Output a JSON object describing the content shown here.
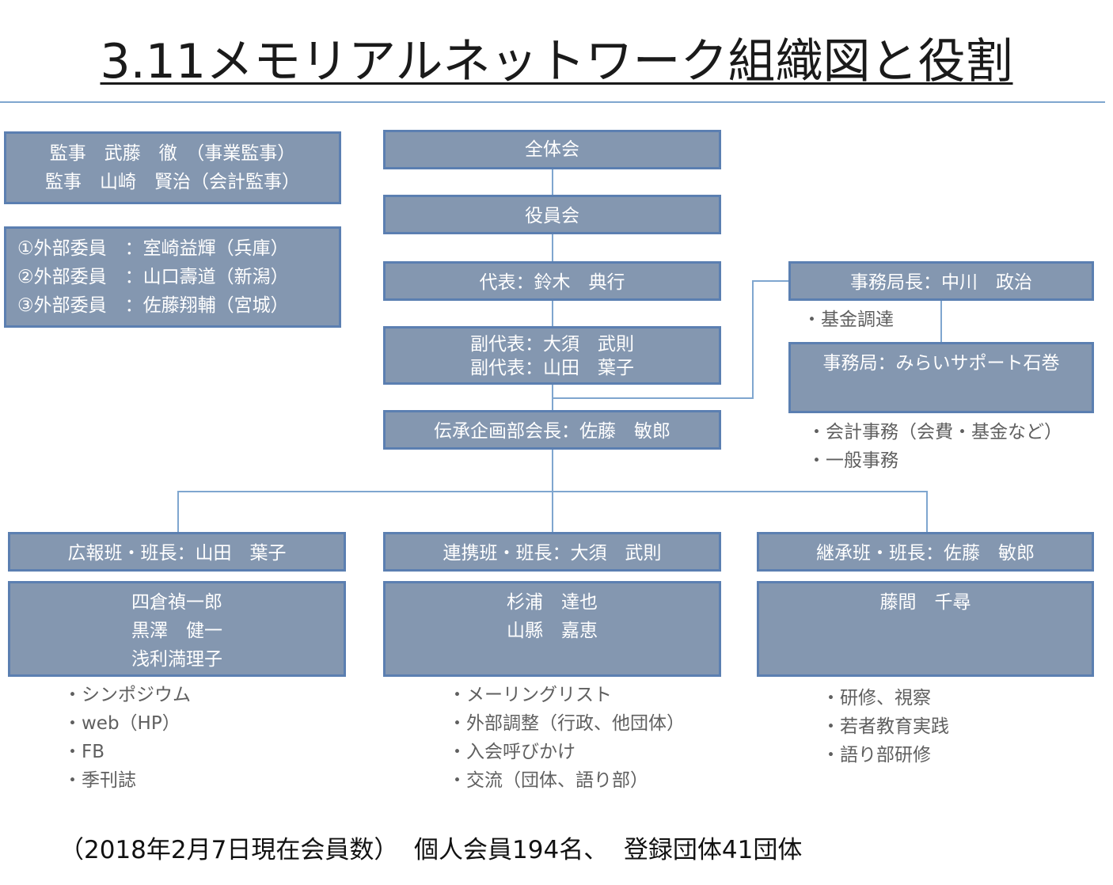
{
  "title": "3.11メモリアルネットワーク組織図と役割",
  "auditors": [
    "監事　武藤　徹　（事業監事）",
    "監事　山崎　賢治（会計監事）"
  ],
  "external": [
    "①外部委員　：室崎益輝（兵庫）",
    "②外部委員　：山口壽道（新潟）",
    "③外部委員　：佐藤翔輔（宮城）"
  ],
  "chain": {
    "general": "全体会",
    "board": "役員会",
    "rep": "代表：鈴木　典行",
    "vice": [
      "副代表：大須　武則",
      "副代表：山田　葉子"
    ],
    "dept": "伝承企画部会長：佐藤　敏郎"
  },
  "office": {
    "head": "事務局長：中川　政治",
    "head_bullets": [
      "基金調達"
    ],
    "secretariat": "事務局：みらいサポート石巻",
    "secretariat_bullets": [
      "会計事務（会費・基金など）",
      "一般事務"
    ]
  },
  "teams": [
    {
      "leader": "広報班・班長：山田　葉子",
      "members": [
        "四倉禎一郎",
        "黒澤　健一",
        "浅利満理子"
      ],
      "roles": [
        "シンポジウム",
        "web（HP）",
        "FB",
        "季刊誌"
      ]
    },
    {
      "leader": "連携班・班長：大須　武則",
      "members": [
        "杉浦　達也",
        "山縣　嘉恵"
      ],
      "roles": [
        "メーリングリスト",
        "外部調整（行政、他団体）",
        "入会呼びかけ",
        "交流（団体、語り部）"
      ]
    },
    {
      "leader": "継承班・班長：佐藤　敏郎",
      "members": [
        "藤間　千尋"
      ],
      "roles": [
        "研修、視察",
        "若者教育実践",
        "語り部研修"
      ]
    }
  ],
  "footer": "（2018年2月7日現在会員数）  個人会員194名、  登録団体41団体"
}
